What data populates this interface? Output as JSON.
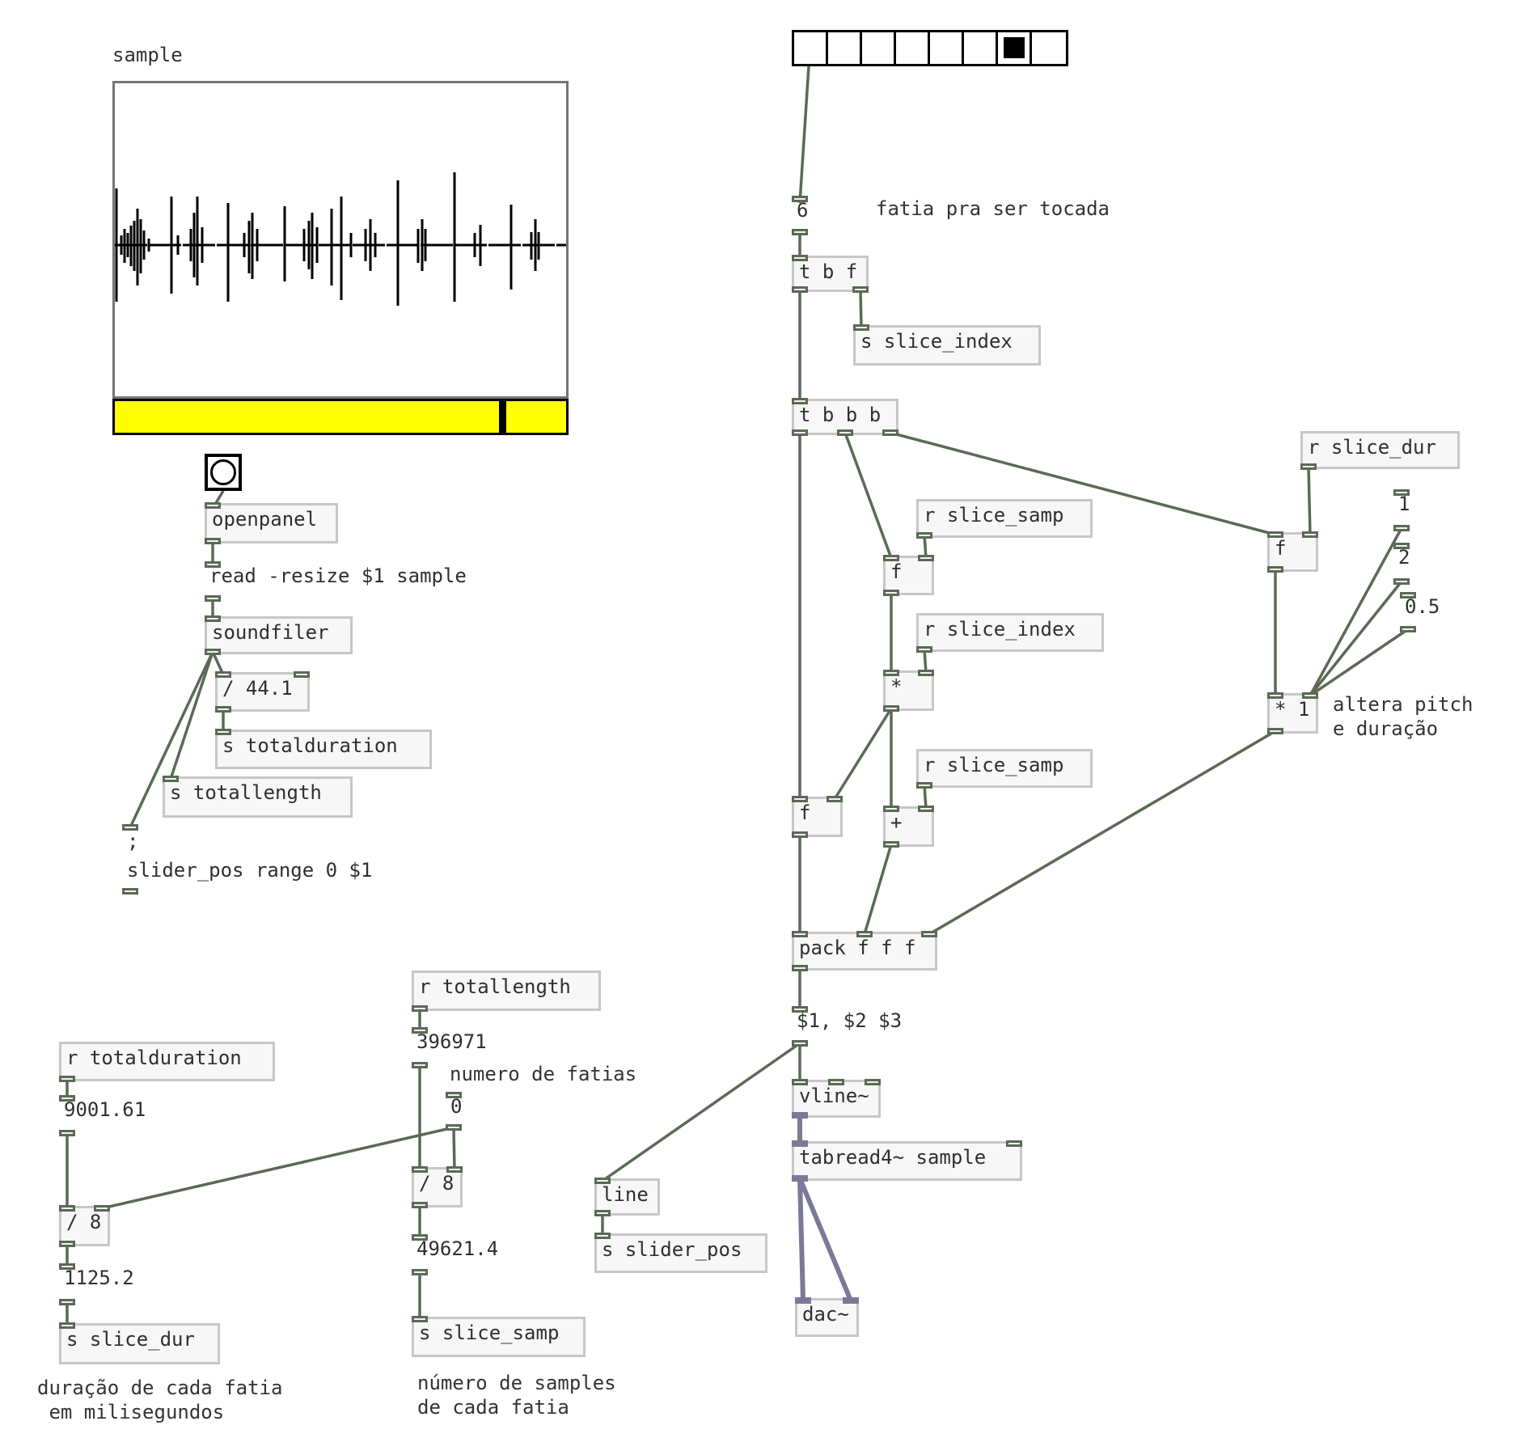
{
  "array": {
    "name": "sample",
    "slider_position": 0.865
  },
  "radio": {
    "cells": 8,
    "selected": 6
  },
  "objects": [
    {
      "id": "tbf",
      "type": "obj",
      "text": "t b f",
      "l": 979,
      "t": 316,
      "w": 95,
      "h": 45,
      "in": [
        0
      ],
      "out": [
        0,
        1
      ]
    },
    {
      "id": "s_sliceindex",
      "type": "obj",
      "text": "s slice_index",
      "l": 1055,
      "t": 402,
      "w": 232,
      "h": 50,
      "in": [
        0
      ],
      "out": []
    },
    {
      "id": "tbbb",
      "type": "obj",
      "text": "t b b b",
      "l": 979,
      "t": 493,
      "w": 132,
      "h": 45,
      "in": [
        0
      ],
      "out": [
        0,
        1,
        2
      ]
    },
    {
      "id": "r_slicedur",
      "type": "obj",
      "text": "r slice_dur",
      "l": 1608,
      "t": 533,
      "w": 197,
      "h": 47,
      "in": [],
      "out": [
        0
      ]
    },
    {
      "id": "r_slicesamp1",
      "type": "obj",
      "text": "r slice_samp",
      "l": 1133,
      "t": 617,
      "w": 218,
      "h": 48,
      "in": [],
      "out": [
        0
      ]
    },
    {
      "id": "f1",
      "type": "obj",
      "text": "f",
      "l": 1092,
      "t": 687,
      "w": 63,
      "h": 49,
      "in": [
        0,
        1
      ],
      "out": [
        0
      ]
    },
    {
      "id": "f2",
      "type": "obj",
      "text": "f",
      "l": 1567,
      "t": 658,
      "w": 63,
      "h": 49,
      "in": [
        0,
        1
      ],
      "out": [
        0
      ]
    },
    {
      "id": "r_sliceindex",
      "type": "obj",
      "text": "r slice_index",
      "l": 1133,
      "t": 758,
      "w": 232,
      "h": 48,
      "in": [],
      "out": [
        0
      ]
    },
    {
      "id": "mul",
      "type": "obj",
      "text": "*",
      "l": 1092,
      "t": 829,
      "w": 63,
      "h": 50,
      "in": [
        0,
        1
      ],
      "out": [
        0
      ]
    },
    {
      "id": "mul1",
      "type": "obj",
      "text": "* 1",
      "l": 1567,
      "t": 857,
      "w": 63,
      "h": 50,
      "in": [
        0,
        1
      ],
      "out": [
        0
      ]
    },
    {
      "id": "r_slicesamp2",
      "type": "obj",
      "text": "r slice_samp",
      "l": 1133,
      "t": 926,
      "w": 218,
      "h": 48,
      "in": [],
      "out": [
        0
      ]
    },
    {
      "id": "f3",
      "type": "obj",
      "text": "f",
      "l": 979,
      "t": 985,
      "w": 63,
      "h": 50,
      "in": [
        0,
        1
      ],
      "out": [
        0
      ]
    },
    {
      "id": "add",
      "type": "obj",
      "text": "+",
      "l": 1092,
      "t": 997,
      "w": 63,
      "h": 50,
      "in": [
        0,
        1
      ],
      "out": [
        0
      ]
    },
    {
      "id": "pack",
      "type": "obj",
      "text": "pack f f f",
      "l": 979,
      "t": 1152,
      "w": 180,
      "h": 48,
      "in": [
        0,
        1,
        2
      ],
      "out": [
        0
      ]
    },
    {
      "id": "vline",
      "type": "obj",
      "text": "vline~",
      "l": 979,
      "t": 1335,
      "w": 110,
      "h": 47,
      "in": [
        0,
        1,
        2
      ],
      "out": [
        0
      ]
    },
    {
      "id": "tabread",
      "type": "obj",
      "text": "tabread4~ sample",
      "l": 979,
      "t": 1411,
      "w": 285,
      "h": 49,
      "in": [
        0,
        1
      ],
      "out": [
        0
      ]
    },
    {
      "id": "line",
      "type": "obj",
      "text": "line",
      "l": 735,
      "t": 1457,
      "w": 81,
      "h": 46,
      "in": [
        0
      ],
      "out": [
        0
      ]
    },
    {
      "id": "s_sliderpos",
      "type": "obj",
      "text": "s slider_pos",
      "l": 735,
      "t": 1525,
      "w": 214,
      "h": 49,
      "in": [
        0
      ],
      "out": []
    },
    {
      "id": "dac",
      "type": "obj",
      "text": "dac~",
      "l": 983,
      "t": 1605,
      "w": 79,
      "h": 48,
      "in": [
        0,
        1
      ],
      "out": []
    },
    {
      "id": "openpanel",
      "type": "obj",
      "text": "openpanel",
      "l": 253,
      "t": 622,
      "w": 165,
      "h": 50,
      "in": [
        0
      ],
      "out": [
        0
      ]
    },
    {
      "id": "soundfiler",
      "type": "obj",
      "text": "soundfiler",
      "l": 253,
      "t": 762,
      "w": 183,
      "h": 47,
      "in": [
        0
      ],
      "out": [
        0
      ]
    },
    {
      "id": "div441",
      "type": "obj",
      "text": "/ 44.1",
      "l": 266,
      "t": 831,
      "w": 117,
      "h": 49,
      "in": [
        0,
        1
      ],
      "out": [
        0
      ]
    },
    {
      "id": "s_totalduration",
      "type": "obj",
      "text": "s totalduration",
      "l": 266,
      "t": 902,
      "w": 268,
      "h": 49,
      "in": [
        0
      ],
      "out": []
    },
    {
      "id": "s_totallength",
      "type": "obj",
      "text": "s totallength",
      "l": 201,
      "t": 960,
      "w": 235,
      "h": 51,
      "in": [
        0
      ],
      "out": []
    },
    {
      "id": "r_totallength",
      "type": "obj",
      "text": "r totallength",
      "l": 509,
      "t": 1200,
      "w": 234,
      "h": 50,
      "in": [],
      "out": [
        0
      ]
    },
    {
      "id": "r_totalduration",
      "type": "obj",
      "text": "r totalduration",
      "l": 73,
      "t": 1288,
      "w": 267,
      "h": 49,
      "in": [],
      "out": [
        0
      ]
    },
    {
      "id": "div8a",
      "type": "obj",
      "text": "/ 8",
      "l": 509,
      "t": 1443,
      "w": 63,
      "h": 50,
      "in": [
        0,
        1
      ],
      "out": [
        0
      ]
    },
    {
      "id": "div8b",
      "type": "obj",
      "text": "/ 8",
      "l": 73,
      "t": 1491,
      "w": 63,
      "h": 50,
      "in": [
        0,
        1
      ],
      "out": [
        0
      ]
    },
    {
      "id": "s_slicesamp",
      "type": "obj",
      "text": "s slice_samp",
      "l": 509,
      "t": 1628,
      "w": 215,
      "h": 50,
      "in": [
        0
      ],
      "out": []
    },
    {
      "id": "s_slicedur",
      "type": "obj",
      "text": "s slice_dur",
      "l": 73,
      "t": 1636,
      "w": 199,
      "h": 51,
      "in": [
        0
      ],
      "out": []
    }
  ],
  "messages": [
    {
      "id": "read",
      "text": "read -resize $1 sample",
      "l": 253,
      "t": 695,
      "w": 396,
      "h": 48,
      "in": [
        0
      ],
      "out": [
        0
      ]
    },
    {
      "id": "sliderrange",
      "text": ";\nslider_pos range 0 $1",
      "l": 151,
      "t": 1020,
      "w": 388,
      "h": 85,
      "in": [
        0
      ],
      "out": [
        0
      ]
    },
    {
      "id": "msg1",
      "text": "1",
      "l": 1723,
      "t": 606,
      "w": 78,
      "h": 50,
      "in": [
        0
      ],
      "out": [
        0
      ]
    },
    {
      "id": "msg2",
      "text": "2",
      "l": 1723,
      "t": 672,
      "w": 78,
      "h": 50,
      "in": [
        0
      ],
      "out": [
        0
      ]
    },
    {
      "id": "msg05",
      "text": "0.5",
      "l": 1731,
      "t": 733,
      "w": 78,
      "h": 48,
      "in": [
        0
      ],
      "out": [
        0
      ]
    },
    {
      "id": "msgd",
      "text": "$1, $2 $3",
      "l": 979,
      "t": 1245,
      "w": 172,
      "h": 48,
      "in": [
        0
      ],
      "out": [
        0
      ]
    }
  ],
  "atoms": [
    {
      "id": "num6",
      "text": "6",
      "l": 979,
      "t": 243,
      "w": 87,
      "h": 47,
      "in": [
        0
      ],
      "out": [
        0
      ]
    },
    {
      "id": "num396971",
      "text": "396971",
      "l": 509,
      "t": 1271,
      "w": 176,
      "h": 49,
      "in": [
        0
      ],
      "out": [
        0
      ]
    },
    {
      "id": "num9001",
      "text": "9001.61",
      "l": 73,
      "t": 1355,
      "w": 177,
      "h": 49,
      "in": [
        0
      ],
      "out": [
        0
      ]
    },
    {
      "id": "num0",
      "text": "0",
      "l": 551,
      "t": 1351,
      "w": 94,
      "h": 46,
      "in": [
        0
      ],
      "out": [
        0
      ]
    },
    {
      "id": "num49621",
      "text": "49621.4",
      "l": 509,
      "t": 1527,
      "w": 177,
      "h": 49,
      "in": [
        0
      ],
      "out": [
        0
      ]
    },
    {
      "id": "num1125",
      "text": "1125.2",
      "l": 73,
      "t": 1563,
      "w": 177,
      "h": 50,
      "in": [
        0
      ],
      "out": [
        0
      ]
    }
  ],
  "comments": [
    {
      "id": "c_sample",
      "text": "sample",
      "l": 139,
      "t": 53
    },
    {
      "id": "c_fatia",
      "text": "fatia pra ser tocada",
      "l": 1083,
      "t": 243
    },
    {
      "id": "c_pitch",
      "text": "altera pitch\ne duração",
      "l": 1648,
      "t": 856
    },
    {
      "id": "c_nfatias",
      "text": "numero de fatias",
      "l": 556,
      "t": 1313
    },
    {
      "id": "c_durfatia",
      "text": "duração de cada fatia\n em milisegundos",
      "l": 46,
      "t": 1701
    },
    {
      "id": "c_nsamples",
      "text": "número de samples\nde cada fatia",
      "l": 516,
      "t": 1695
    }
  ],
  "connections": [
    {
      "f": [
        1000,
        82
      ],
      "t": [
        989,
        251
      ]
    },
    {
      "f": "num6.0",
      "t": "tbf.0"
    },
    {
      "f": "tbf.1",
      "t": "s_sliceindex.0"
    },
    {
      "f": "tbf.0",
      "t": "tbbb.0"
    },
    {
      "f": "tbbb.0",
      "t": "f3.0"
    },
    {
      "f": "tbbb.1",
      "t": "f1.0"
    },
    {
      "f": "tbbb.2",
      "t": "f2.0"
    },
    {
      "f": "r_slicesamp1.0",
      "t": "f1.1"
    },
    {
      "f": "r_slicedur.0",
      "t": "f2.1"
    },
    {
      "f": "f1.0",
      "t": "mul.0"
    },
    {
      "f": "r_sliceindex.0",
      "t": "mul.1"
    },
    {
      "f": "mul.0",
      "t": "f3.1"
    },
    {
      "f": "mul.0",
      "t": "add.0"
    },
    {
      "f": "r_slicesamp2.0",
      "t": "add.1"
    },
    {
      "f": "f2.0",
      "t": "mul1.0"
    },
    {
      "f": "msg1.0",
      "t": "mul1.1"
    },
    {
      "f": "msg2.0",
      "t": "mul1.1"
    },
    {
      "f": "msg05.0",
      "t": "mul1.1"
    },
    {
      "f": "f3.0",
      "t": "pack.0"
    },
    {
      "f": "add.0",
      "t": "pack.1"
    },
    {
      "f": "mul1.0",
      "t": "pack.2"
    },
    {
      "f": "pack.0",
      "t": "msgd.0"
    },
    {
      "f": "msgd.0",
      "t": "vline.0"
    },
    {
      "f": "msgd.0",
      "t": "line.0"
    },
    {
      "f": "line.0",
      "t": "s_sliderpos.0"
    },
    {
      "f": "vline.0",
      "t": "tabread.0",
      "sig": true
    },
    {
      "f": "tabread.0",
      "t": "dac.0",
      "sig": true
    },
    {
      "f": "tabread.0",
      "t": "dac.1",
      "sig": true
    },
    {
      "f": [
        276,
        607
      ],
      "t": [
        264,
        627
      ]
    },
    {
      "f": "openpanel.0",
      "t": "read.0"
    },
    {
      "f": "read.0",
      "t": "soundfiler.0"
    },
    {
      "f": "soundfiler.0",
      "t": "div441.0"
    },
    {
      "f": "soundfiler.0",
      "t": "s_totallength.0"
    },
    {
      "f": "soundfiler.0",
      "t": "sliderrange.0"
    },
    {
      "f": "div441.0",
      "t": "s_totalduration.0"
    },
    {
      "f": "r_totallength.0",
      "t": "num396971.0"
    },
    {
      "f": "num396971.0",
      "t": "div8a.0"
    },
    {
      "f": "num0.0",
      "t": "div8a.1"
    },
    {
      "f": "num0.0",
      "t": "div8b.1"
    },
    {
      "f": "div8a.0",
      "t": "num49621.0"
    },
    {
      "f": "num49621.0",
      "t": "s_slicesamp.0"
    },
    {
      "f": "r_totalduration.0",
      "t": "num9001.0"
    },
    {
      "f": "num9001.0",
      "t": "div8b.0"
    },
    {
      "f": "div8b.0",
      "t": "num1125.0"
    },
    {
      "f": "num1125.0",
      "t": "s_slicedur.0"
    }
  ]
}
